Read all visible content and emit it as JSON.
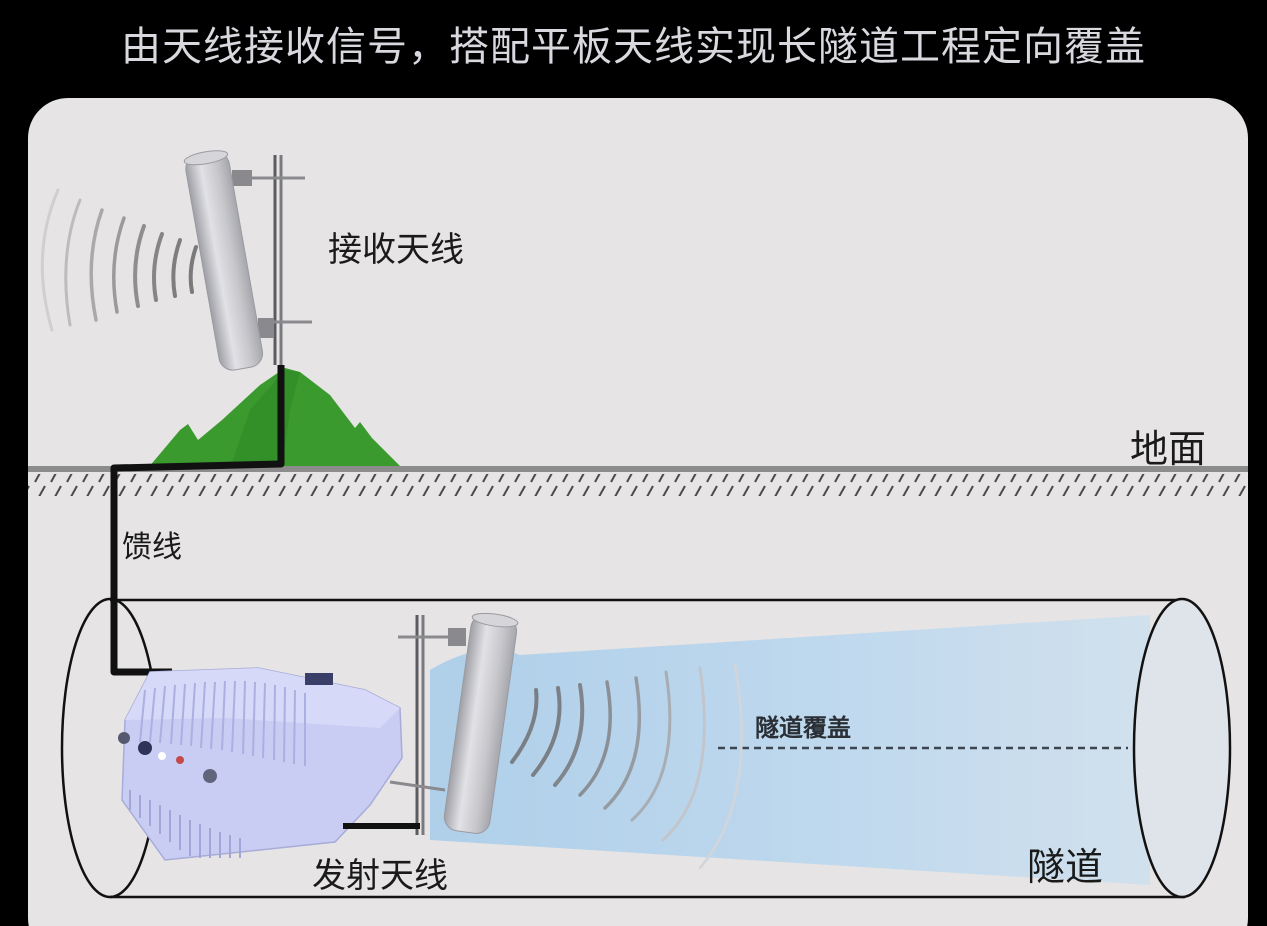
{
  "title": "由天线接收信号，搭配平板天线实现长隧道工程定向覆盖",
  "labels": {
    "receive_antenna": "接收天线",
    "ground": "地面",
    "feeder": "馈线",
    "transmit_antenna": "发射天线",
    "tunnel_coverage": "隧道覆盖",
    "tunnel": "隧道"
  },
  "components": [
    {
      "name": "receive-antenna",
      "label": "接收天线",
      "location": "on hill above ground"
    },
    {
      "name": "feeder-cable",
      "label": "馈线",
      "connects": [
        "receive-antenna",
        "repeater"
      ]
    },
    {
      "name": "repeater",
      "label": ""
    },
    {
      "name": "transmit-antenna",
      "label": "发射天线",
      "location": "inside tunnel"
    },
    {
      "name": "coverage-beam",
      "label": "隧道覆盖"
    },
    {
      "name": "tunnel",
      "label": "隧道"
    },
    {
      "name": "ground-line",
      "label": "地面"
    }
  ],
  "colors": {
    "background": "#000000",
    "panel": "#e6e4e4",
    "title_text": "#d8d8de",
    "hill_green": "#3a9a2e",
    "coverage_blue": "#b9d8ef",
    "repeater_body": "#c9cdf4",
    "antenna_gray": "#c4c4c8",
    "line_black": "#111111",
    "ground_gray": "#8a8a8a"
  }
}
